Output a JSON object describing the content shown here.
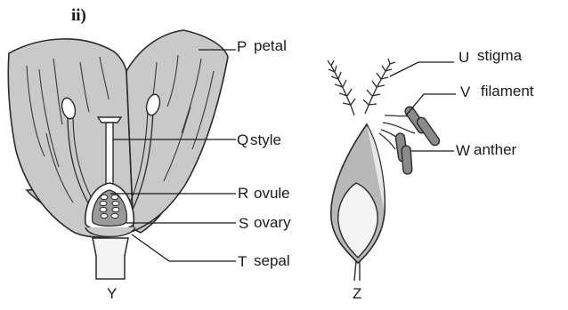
{
  "figure": {
    "part_title": "ii)",
    "diagram_y": {
      "caption": "Y",
      "labels": [
        {
          "letter": "P",
          "text": "petal"
        },
        {
          "letter": "Q",
          "text": "style"
        },
        {
          "letter": "R",
          "text": "ovule"
        },
        {
          "letter": "S",
          "text": "ovary"
        },
        {
          "letter": "T",
          "text": "sepal"
        }
      ]
    },
    "diagram_z": {
      "caption": "Z",
      "labels": [
        {
          "letter": "U",
          "text": "stigma"
        },
        {
          "letter": "V",
          "text": "filament"
        },
        {
          "letter": "W",
          "text": "anther"
        }
      ]
    }
  },
  "colors": {
    "petal_fill": "#c9c9c9",
    "ovary_fill": "#9a9a9a",
    "anther_fill": "#8a8a8a",
    "stalk_fill": "#f4f4f4",
    "line": "#1a1a1a"
  }
}
